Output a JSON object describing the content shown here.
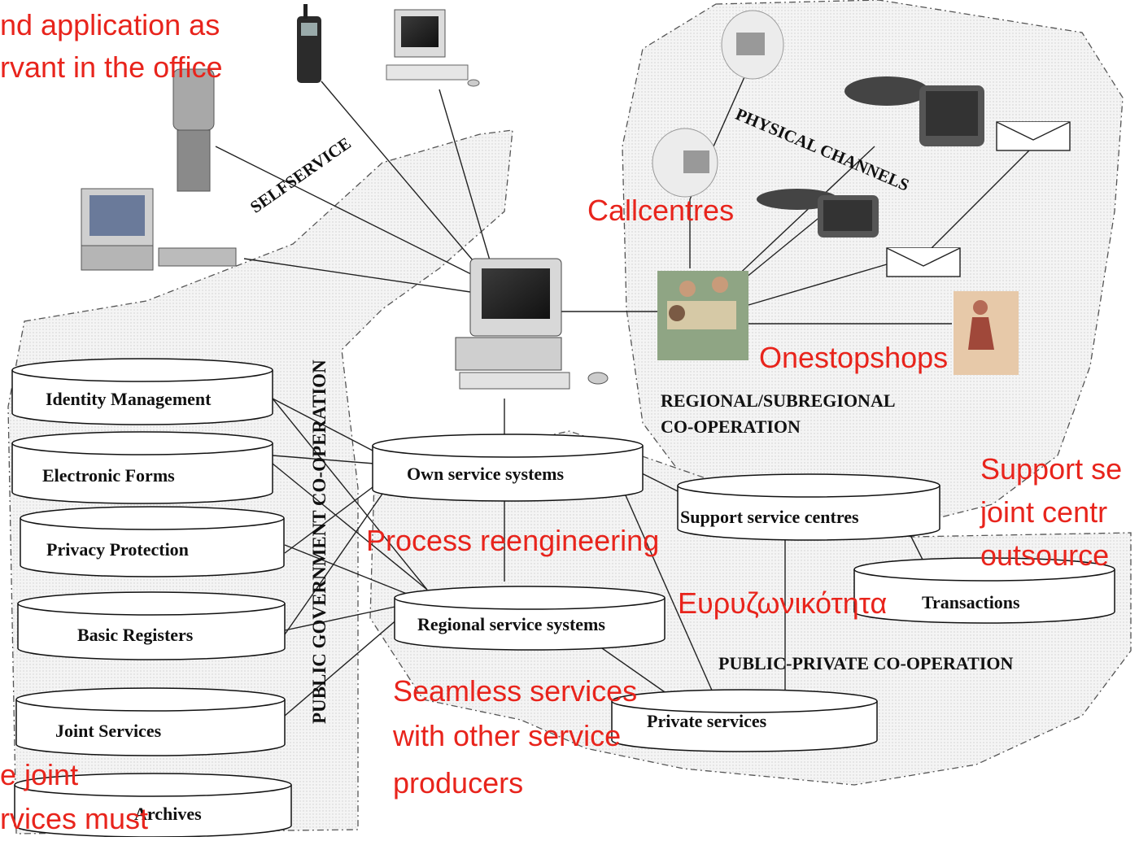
{
  "regions": {
    "selfservice": "SELFSERVICE",
    "physical_channels": "PHYSICAL CHANNELS",
    "public_government": "PUBLIC GOVERNMENT CO-OPERATION",
    "regional": "REGIONAL/SUBREGIONAL",
    "regional_line2": "CO-OPERATION",
    "public_private": "PUBLIC-PRIVATE CO-OPERATION"
  },
  "databases": {
    "identity": "Identity Management",
    "forms": "Electronic Forms",
    "privacy": "Privacy Protection",
    "registers": "Basic Registers",
    "joint": "Joint Services",
    "archives": "Archives",
    "own": "Own service systems",
    "regional_systems": "Regional service systems",
    "support": "Support service centres",
    "transactions": "Transactions",
    "private": "Private services"
  },
  "annotations": {
    "top_left_1": "nd application as",
    "top_left_2": "rvant in the office",
    "callcentres": "Callcentres",
    "onestopshops": "Onestopshops",
    "support_1": "Support se",
    "support_2": "joint centr",
    "support_3": "outsource",
    "process": "Process reengineering",
    "broadband": "Ευρυζωνικότητα",
    "seamless_1": "Seamless services",
    "seamless_2": "with other service",
    "seamless_3": "producers",
    "bottom_left_1": "e joint",
    "bottom_left_2": "rvices must"
  },
  "colors": {
    "annotation": "#e8241c",
    "region_fill": "#eeeeee",
    "line": "#222222"
  }
}
